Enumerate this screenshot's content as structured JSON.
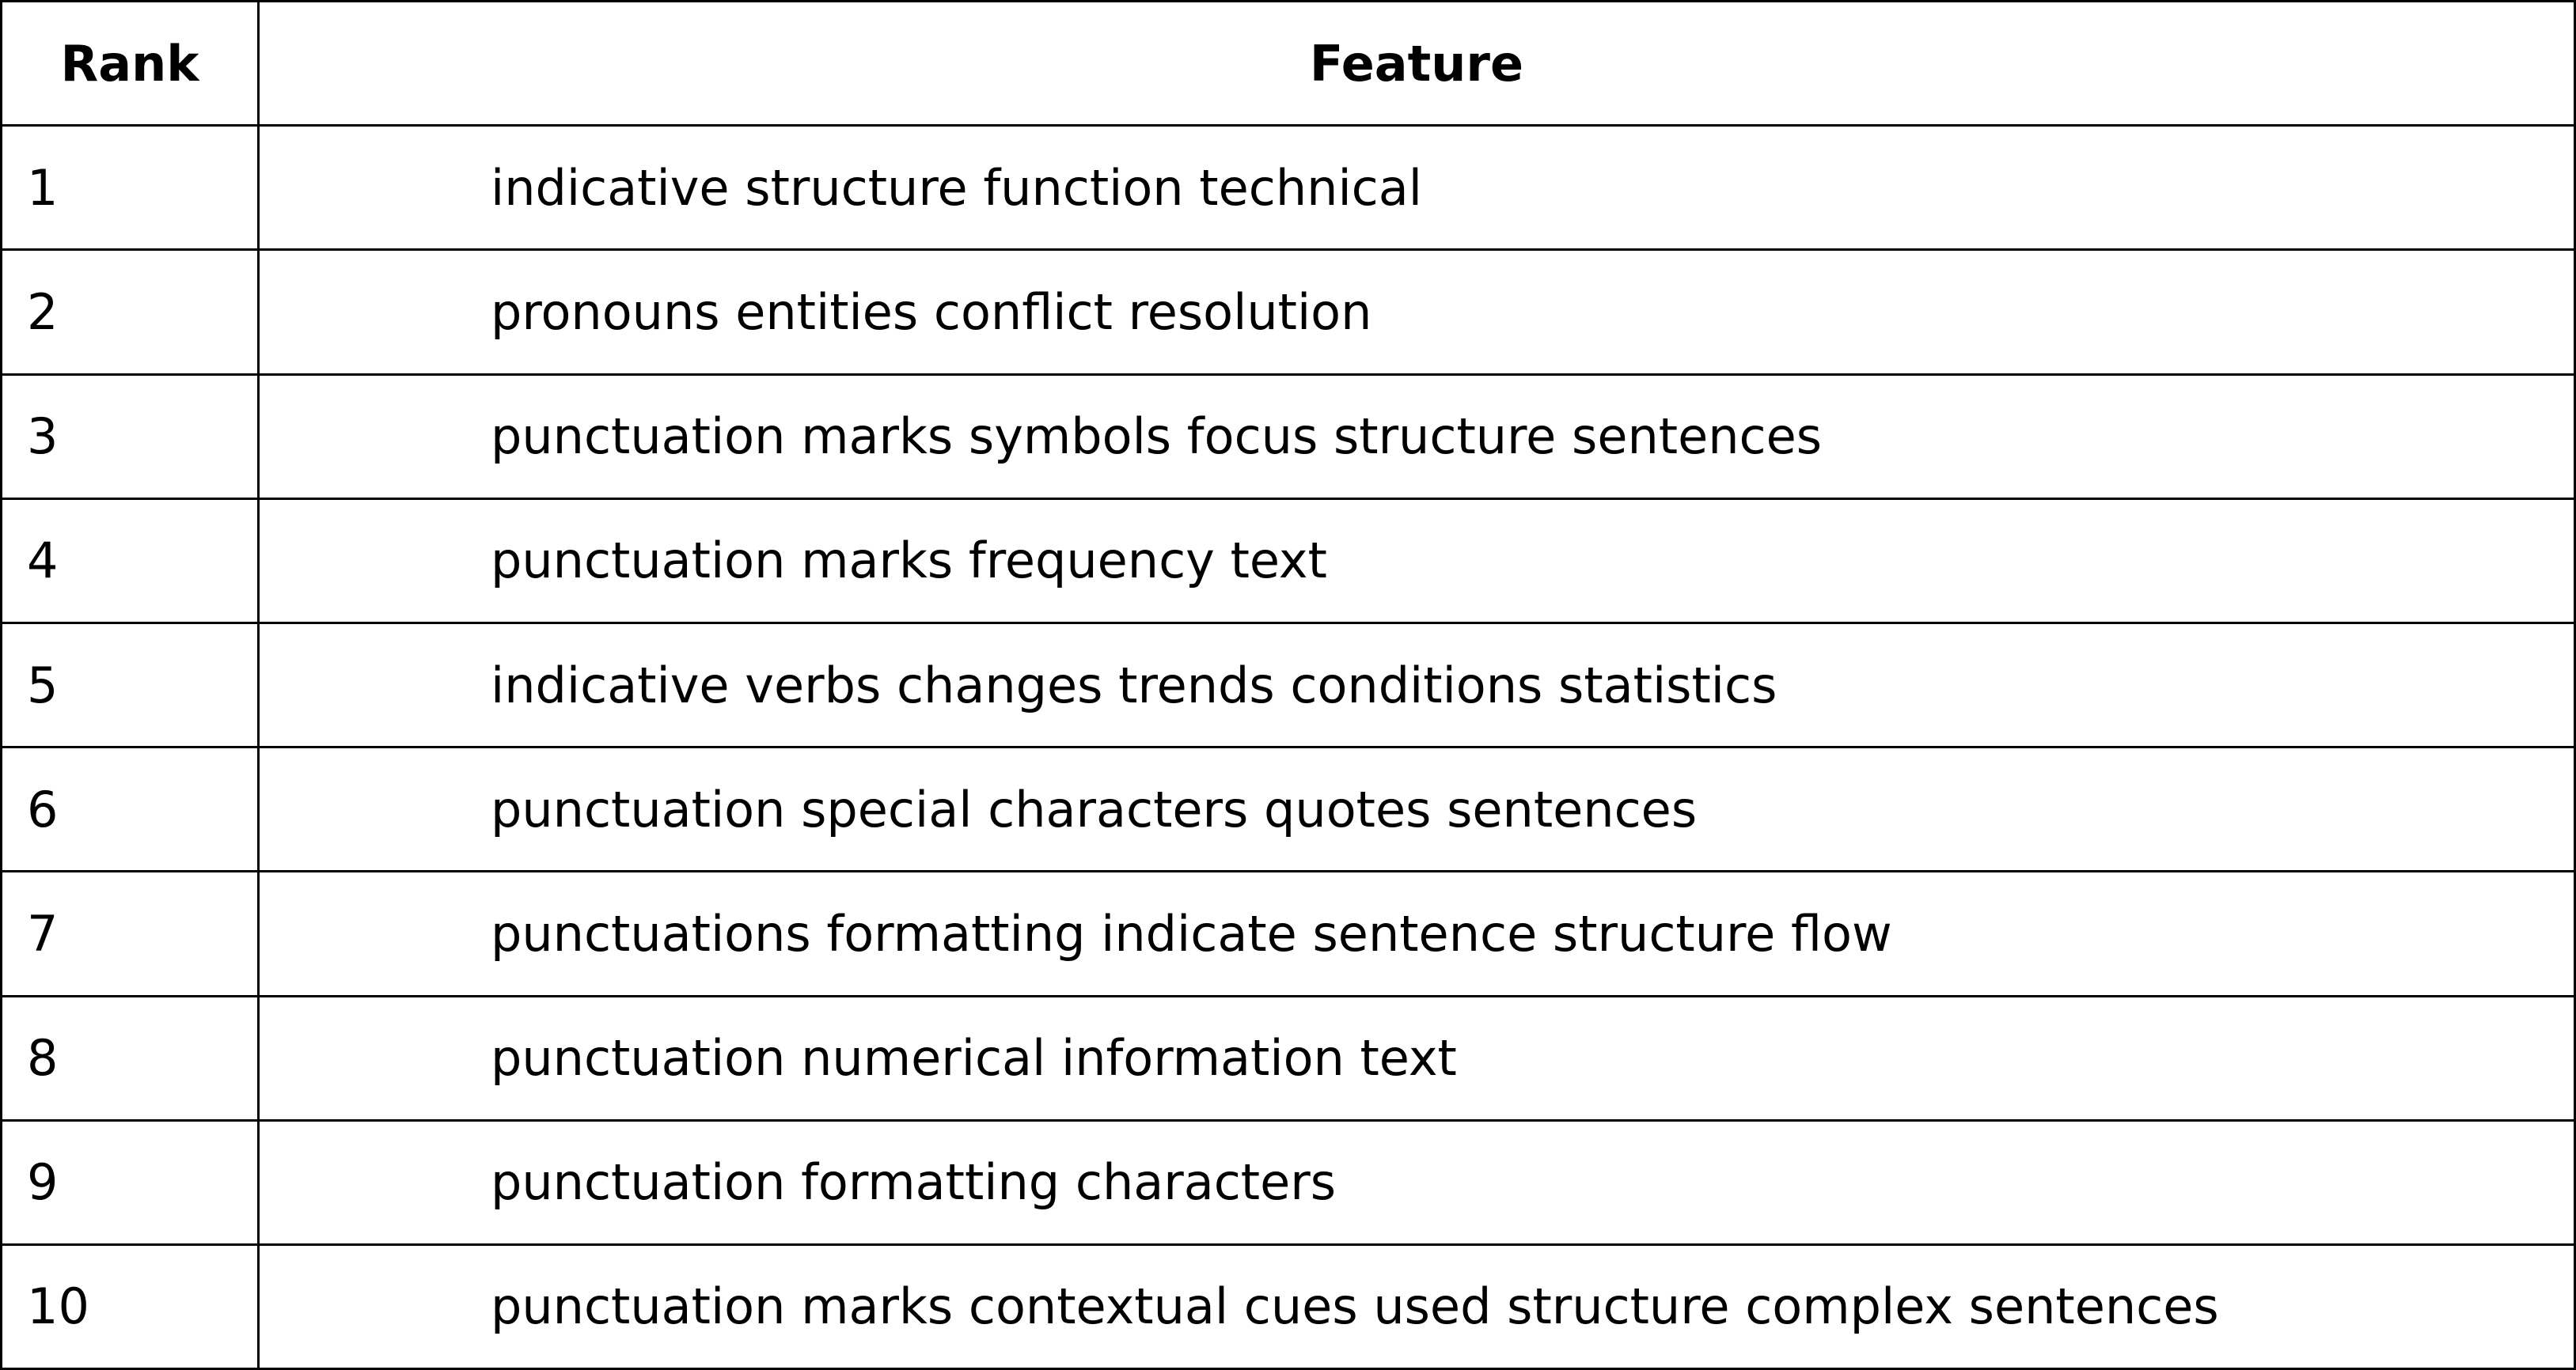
{
  "table": {
    "headers": {
      "rank": "Rank",
      "feature": "Feature"
    },
    "rows": [
      {
        "rank": "1",
        "feature": "indicative structure function technical"
      },
      {
        "rank": "2",
        "feature": "pronouns entities conflict resolution"
      },
      {
        "rank": "3",
        "feature": "punctuation marks symbols focus structure sentences"
      },
      {
        "rank": "4",
        "feature": "punctuation marks frequency text"
      },
      {
        "rank": "5",
        "feature": "indicative verbs changes trends conditions statistics"
      },
      {
        "rank": "6",
        "feature": "punctuation special characters quotes sentences"
      },
      {
        "rank": "7",
        "feature": "punctuations formatting indicate sentence structure flow"
      },
      {
        "rank": "8",
        "feature": "punctuation numerical information text"
      },
      {
        "rank": "9",
        "feature": "punctuation formatting characters"
      },
      {
        "rank": "10",
        "feature": "punctuation marks contextual cues used structure complex sentences"
      }
    ]
  }
}
